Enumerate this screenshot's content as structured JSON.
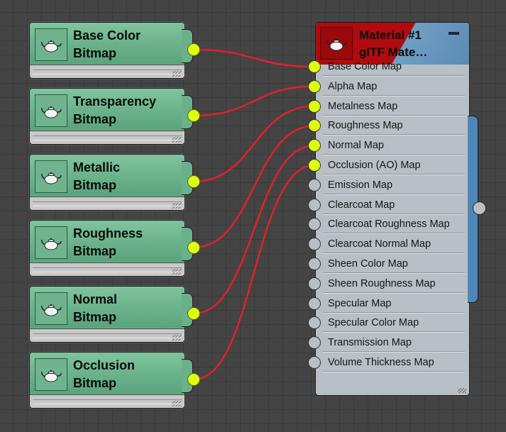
{
  "colors": {
    "bitmap_node": "#6ab08a",
    "material_header_red": "#b00c10",
    "material_header_blue": "#5b8bb4",
    "material_body": "#b8c0c6",
    "wire": "#e0202a",
    "connected_socket": "#ddff11",
    "unconnected_socket": "#b8c0c6"
  },
  "bitmap_nodes": [
    {
      "line1": "Base Color",
      "line2": "Bitmap",
      "icon": "teapot-icon",
      "connected_to": 0
    },
    {
      "line1": "Transparency",
      "line2": "Bitmap",
      "icon": "teapot-icon",
      "connected_to": 1
    },
    {
      "line1": "Metallic",
      "line2": "Bitmap",
      "icon": "teapot-icon",
      "connected_to": 2
    },
    {
      "line1": "Roughness",
      "line2": "Bitmap",
      "icon": "teapot-icon",
      "connected_to": 3
    },
    {
      "line1": "Normal",
      "line2": "Bitmap",
      "icon": "teapot-icon",
      "connected_to": 4
    },
    {
      "line1": "Occlusion",
      "line2": "Bitmap",
      "icon": "teapot-icon",
      "connected_to": 5
    }
  ],
  "material": {
    "title_line1": "Material #1",
    "title_line2": "glTF Mate…",
    "icon": "teapot-icon",
    "slots": [
      {
        "label": "Base Color Map",
        "connected": true
      },
      {
        "label": "Alpha Map",
        "connected": true
      },
      {
        "label": "Metalness Map",
        "connected": true
      },
      {
        "label": "Roughness Map",
        "connected": true
      },
      {
        "label": "Normal Map",
        "connected": true
      },
      {
        "label": "Occlusion (AO) Map",
        "connected": true
      },
      {
        "label": "Emission Map",
        "connected": false
      },
      {
        "label": "Clearcoat Map",
        "connected": false
      },
      {
        "label": "Clearcoat Roughness Map",
        "connected": false
      },
      {
        "label": "Clearcoat Normal Map",
        "connected": false
      },
      {
        "label": "Sheen Color Map",
        "connected": false
      },
      {
        "label": "Sheen Roughness Map",
        "connected": false
      },
      {
        "label": "Specular Map",
        "connected": false
      },
      {
        "label": "Specular Color Map",
        "connected": false
      },
      {
        "label": "Transmission Map",
        "connected": false
      },
      {
        "label": "Volume Thickness Map",
        "connected": false
      }
    ]
  }
}
